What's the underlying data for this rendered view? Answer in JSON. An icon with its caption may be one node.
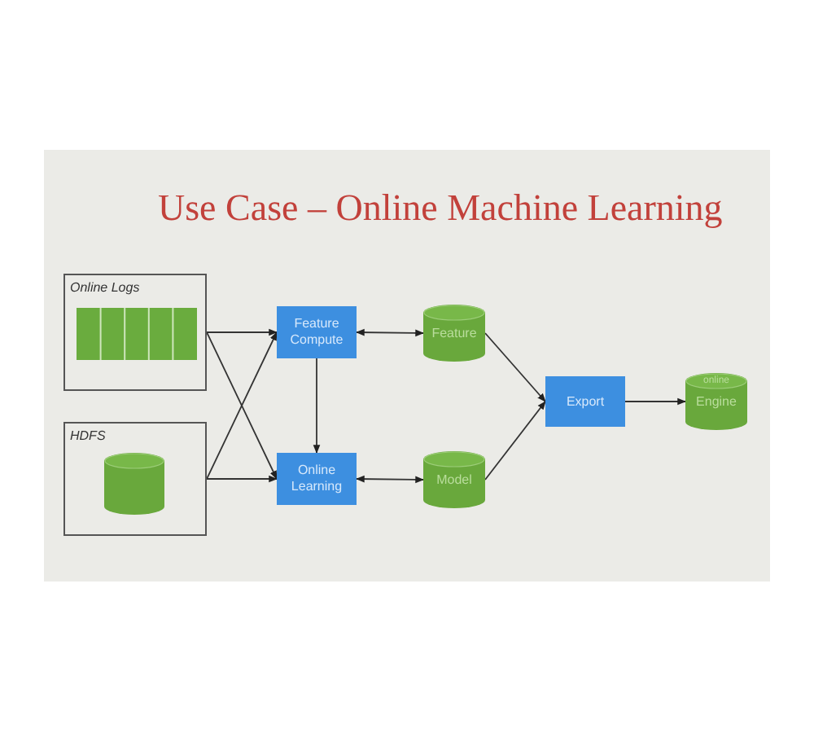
{
  "diagram": {
    "title": "Use Case – Online Machine Learning",
    "nodes": [
      {
        "text": [
          "Online Logs"
        ]
      },
      {
        "text": [],
        "shape": "bar",
        "in": 0
      },
      {
        "text": [
          "HDFS"
        ]
      },
      {
        "text": [],
        "shape": "cylinder",
        "in": 2
      },
      {
        "text": [
          "Feature Compute"
        ]
      },
      {
        "text": [
          "Online Learning"
        ]
      },
      {
        "text": [
          "Feature"
        ]
      },
      {
        "text": [
          "Model"
        ]
      },
      {
        "text": [
          "Export"
        ]
      },
      {
        "text": [
          "online",
          "Engine"
        ]
      }
    ],
    "edges": [
      {
        "from": 0,
        "to": 4,
        "arrow": "to"
      },
      {
        "from": 0,
        "to": 5,
        "arrow": "to"
      },
      {
        "from": 2,
        "to": 4,
        "arrow": "to"
      },
      {
        "from": 2,
        "to": 5,
        "arrow": "to"
      },
      {
        "from": 4,
        "to": 5,
        "arrow": "to"
      },
      {
        "from": 4,
        "to": 6,
        "arrow": "both"
      },
      {
        "from": 5,
        "to": 7,
        "arrow": "both"
      },
      {
        "from": 6,
        "to": 8,
        "arrow": "to"
      },
      {
        "from": 7,
        "to": 8,
        "arrow": "to"
      },
      {
        "from": 8,
        "to": 9,
        "arrow": "to"
      }
    ]
  }
}
